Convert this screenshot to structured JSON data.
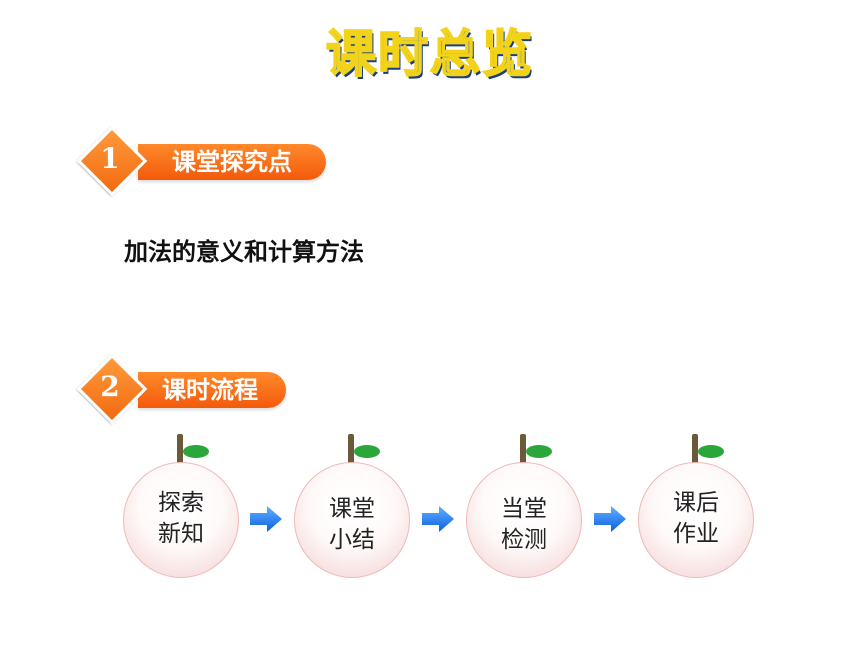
{
  "page": {
    "title": "课时总览"
  },
  "section1": {
    "number": "1",
    "label": "课堂探究点",
    "topic": "加法的意义和计算方法"
  },
  "section2": {
    "number": "2",
    "label": "课时流程"
  },
  "flow": {
    "steps": [
      {
        "line1": "探索",
        "line2": "新知"
      },
      {
        "line1": "课堂",
        "line2": "小结"
      },
      {
        "line1": "当堂",
        "line2": "检测"
      },
      {
        "line1": "课后",
        "line2": "作业"
      }
    ]
  },
  "colors": {
    "accent_orange": "#f35a0c",
    "title_blue": "#2f6fd1",
    "title_outline_yellow": "#f3d21a",
    "arrow_blue": "#1e7bff",
    "leaf_green": "#2aa63a"
  },
  "icons": {
    "flow_arrow": "arrow-right-icon",
    "step_decoration": "apple-icon"
  }
}
